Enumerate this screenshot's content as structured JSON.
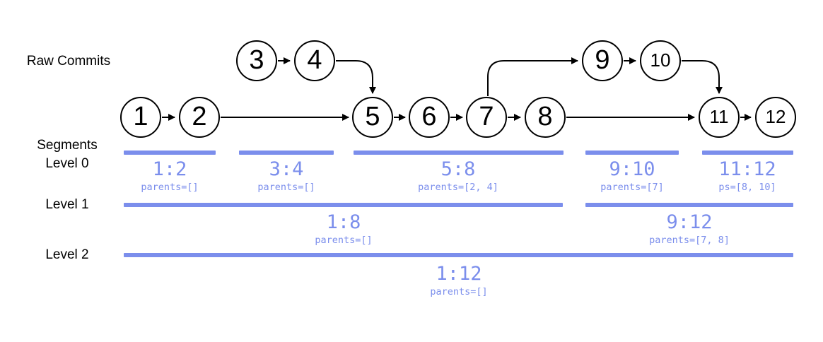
{
  "labels": {
    "raw_commits": "Raw Commits",
    "segments": "Segments",
    "level_0": "Level 0",
    "level_1": "Level 1",
    "level_2": "Level 2"
  },
  "colors": {
    "accent": "#7b8eec",
    "node_stroke": "#000000",
    "background": "#ffffff"
  },
  "nodes": [
    {
      "label": "1"
    },
    {
      "label": "2"
    },
    {
      "label": "3"
    },
    {
      "label": "4"
    },
    {
      "label": "5"
    },
    {
      "label": "6"
    },
    {
      "label": "7"
    },
    {
      "label": "8"
    },
    {
      "label": "9"
    },
    {
      "label": "10"
    },
    {
      "label": "11"
    },
    {
      "label": "12"
    }
  ],
  "edges": [
    "1->2",
    "2->5",
    "3->4",
    "4->5",
    "5->6",
    "6->7",
    "7->8",
    "7->9",
    "9->10",
    "10->11",
    "8->11",
    "11->12"
  ],
  "segments": {
    "level0": [
      {
        "range": "1:2",
        "parents": "parents=[]"
      },
      {
        "range": "3:4",
        "parents": "parents=[]"
      },
      {
        "range": "5:8",
        "parents": "parents=[2, 4]"
      },
      {
        "range": "9:10",
        "parents": "parents=[7]"
      },
      {
        "range": "11:12",
        "parents": "ps=[8, 10]"
      }
    ],
    "level1": [
      {
        "range": "1:8",
        "parents": "parents=[]"
      },
      {
        "range": "9:12",
        "parents": "parents=[7, 8]"
      }
    ],
    "level2": [
      {
        "range": "1:12",
        "parents": "parents=[]"
      }
    ]
  }
}
